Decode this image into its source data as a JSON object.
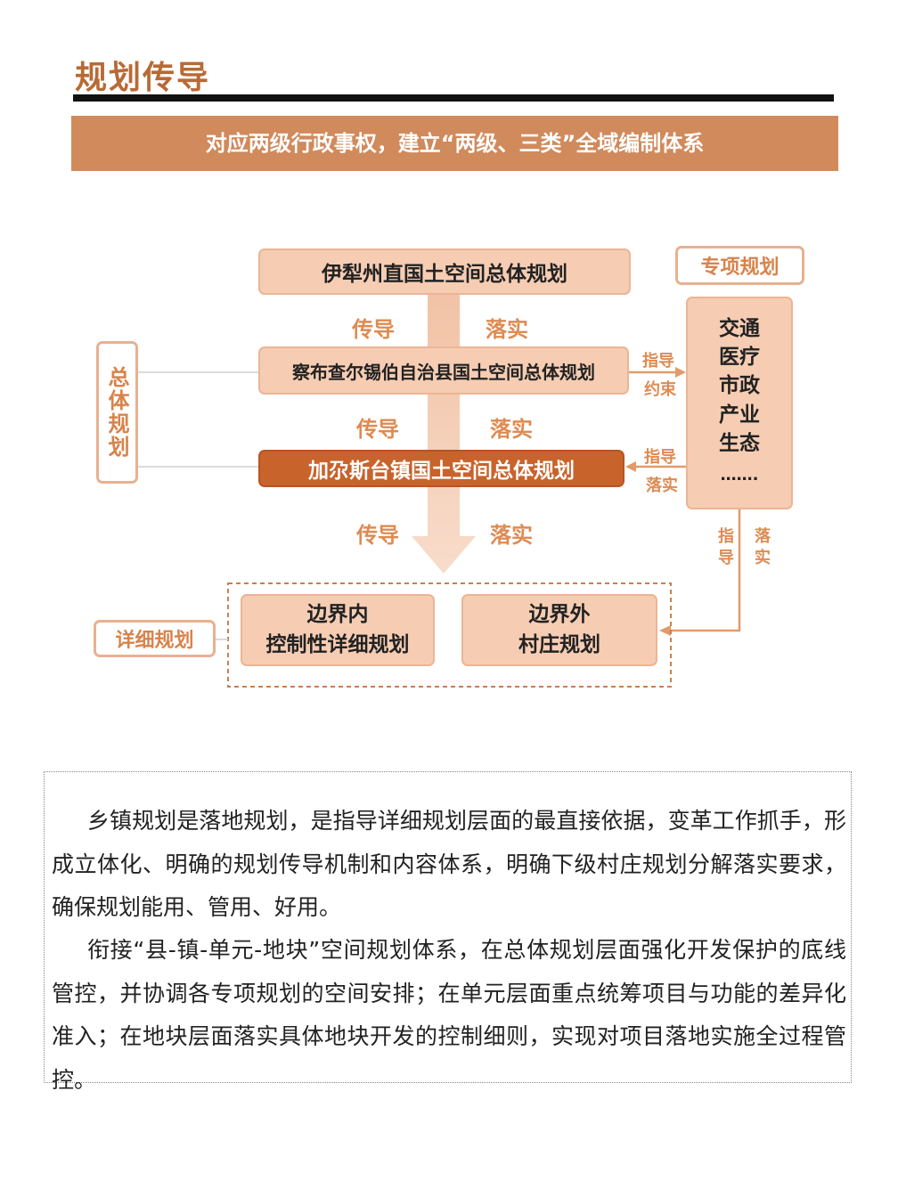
{
  "header": {
    "title": "规划传导",
    "banner": "对应两级行政事权，建立“两级、三类”全域编制体系"
  },
  "diagram": {
    "box_prefecture": "伊犁州直国土空间总体规划",
    "box_county": "察布查尔锡伯自治县国土空间总体规划",
    "box_town": "加尕斯台镇国土空间总体规划",
    "transmit": "传导",
    "implement": "落实",
    "label_overall": "总体规划",
    "label_special": "专项规划",
    "label_detailed": "详细规划",
    "special_items": [
      "交通",
      "医疗",
      "市政",
      "产业",
      "生态",
      "……."
    ],
    "county_guide": "指导",
    "county_constrain": "约束",
    "town_guide": "指导",
    "town_implement": "落实",
    "down_guide": "指导",
    "down_implement": "落实",
    "inner_box": [
      "边界内",
      "控制性详细规划"
    ],
    "outer_box": [
      "边界外",
      "村庄规划"
    ]
  },
  "text": {
    "p1": "乡镇规划是落地规划，是指导详细规划层面的最直接依据，变革工作抓手，形成立体化、明确的规划传导机制和内容体系，明确下级村庄规划分解落实要求，确保规划能用、管用、好用。",
    "p2": "衔接“县-镇-单元-地块”空间规划体系，在总体规划层面强化开发保护的底线管控，并协调各专项规划的空间安排；在单元层面重点统筹项目与功能的差异化准入；在地块层面落实具体地块开发的控制细则，实现对项目落地实施全过程管控。"
  },
  "colors": {
    "title": "#b86a35",
    "banner": "#d08a5c",
    "box_fill": "#f6cdb3",
    "box_dark": "#c8632c",
    "accent_text": "#de8b52"
  }
}
